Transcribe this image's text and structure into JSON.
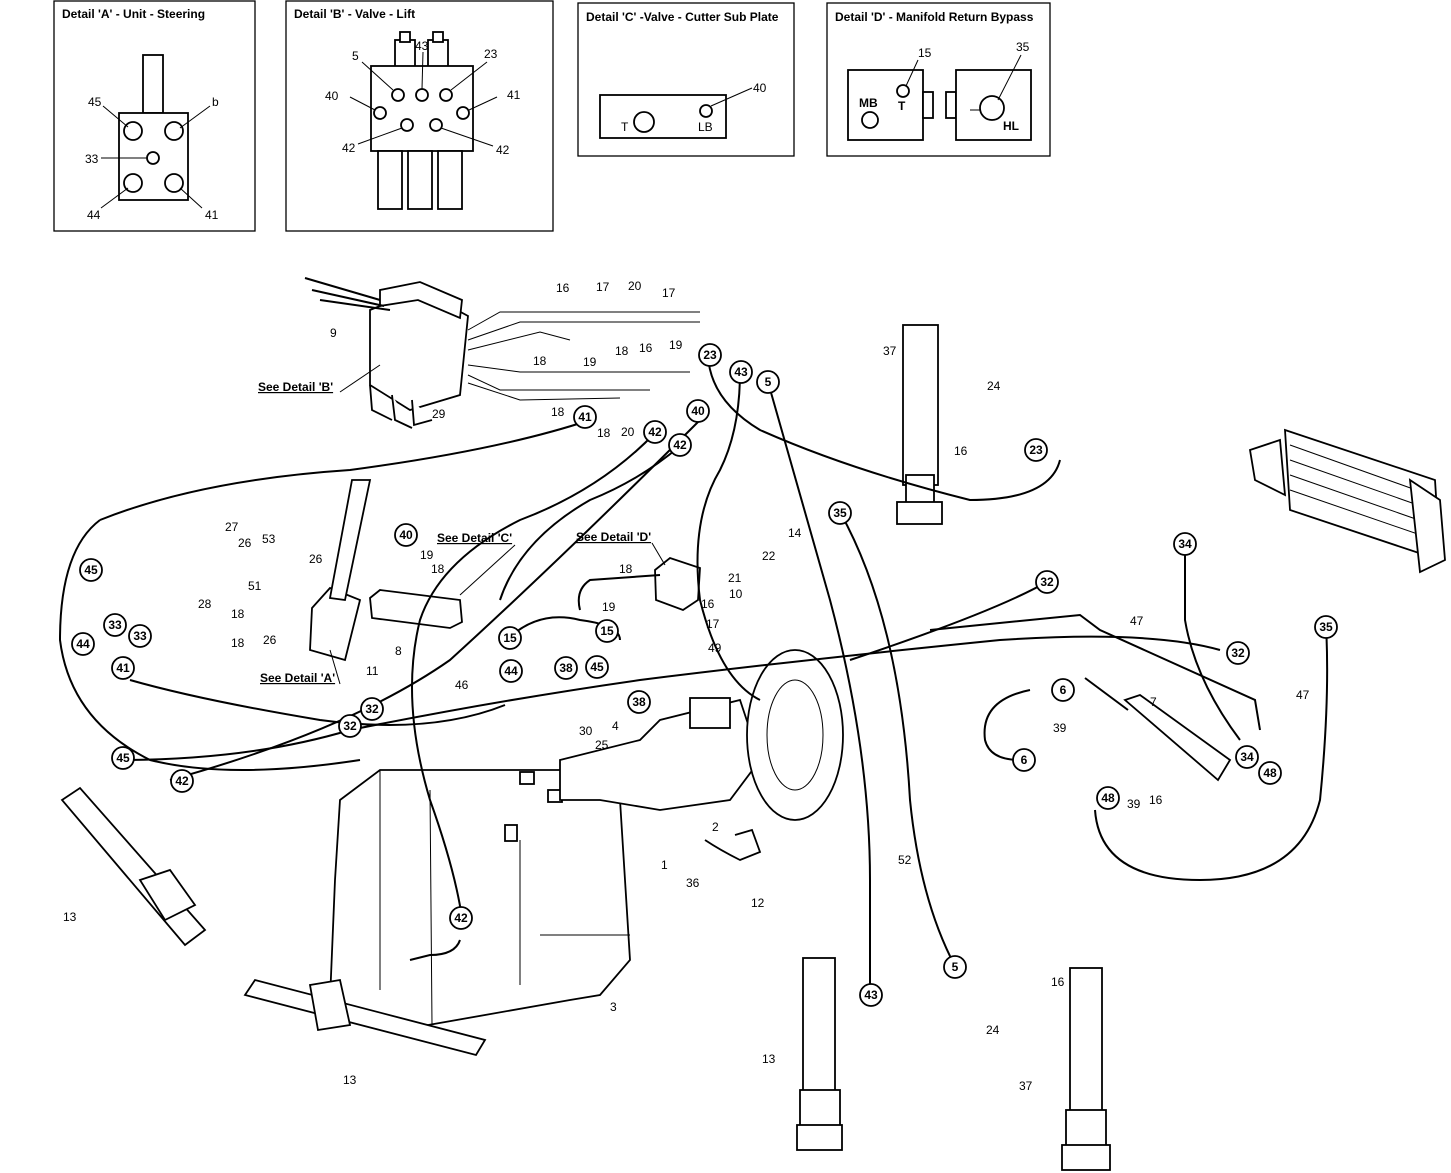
{
  "details": [
    {
      "title": "Detail 'A'  - Unit - Steering"
    },
    {
      "title": "Detail 'B'  - Valve - Lift"
    },
    {
      "title": "Detail 'C'  -Valve - Cutter Sub Plate"
    },
    {
      "title": "Detail 'D'  - Manifold Return Bypass"
    }
  ],
  "see_details": {
    "b": "See Detail 'B'",
    "a": "See Detail 'A'",
    "c": "See Detail 'C'",
    "d": "See Detail 'D'"
  },
  "detail_a_labels": [
    "45",
    "b",
    "33",
    "44",
    "41"
  ],
  "detail_b_labels": [
    "43",
    "5",
    "23",
    "40",
    "41",
    "42",
    "42"
  ],
  "detail_c_labels": [
    "40",
    "T",
    "LB"
  ],
  "detail_d_labels": [
    "15",
    "35",
    "MB",
    "T",
    "HL"
  ],
  "circle_labels": [
    "23",
    "43",
    "5",
    "41",
    "42",
    "42",
    "40",
    "23",
    "35",
    "34",
    "35",
    "45",
    "33",
    "33",
    "44",
    "41",
    "40",
    "15",
    "15",
    "44",
    "38",
    "45",
    "38",
    "32",
    "32",
    "32",
    "32",
    "6",
    "6",
    "34",
    "48",
    "48",
    "45",
    "42",
    "42",
    "43",
    "5"
  ],
  "plain_labels": [
    "16",
    "17",
    "20",
    "17",
    "18",
    "19",
    "18",
    "16",
    "19",
    "18",
    "18",
    "20",
    "9",
    "29",
    "37",
    "24",
    "16",
    "14",
    "22",
    "27",
    "26",
    "53",
    "26",
    "51",
    "18",
    "28",
    "18",
    "26",
    "19",
    "18",
    "8",
    "11",
    "18",
    "21",
    "10",
    "19",
    "16",
    "17",
    "49",
    "46",
    "30",
    "25",
    "4",
    "47",
    "47",
    "7",
    "39",
    "39",
    "16",
    "1",
    "36",
    "2",
    "12",
    "52",
    "13",
    "13",
    "3",
    "16",
    "24",
    "13",
    "37"
  ]
}
